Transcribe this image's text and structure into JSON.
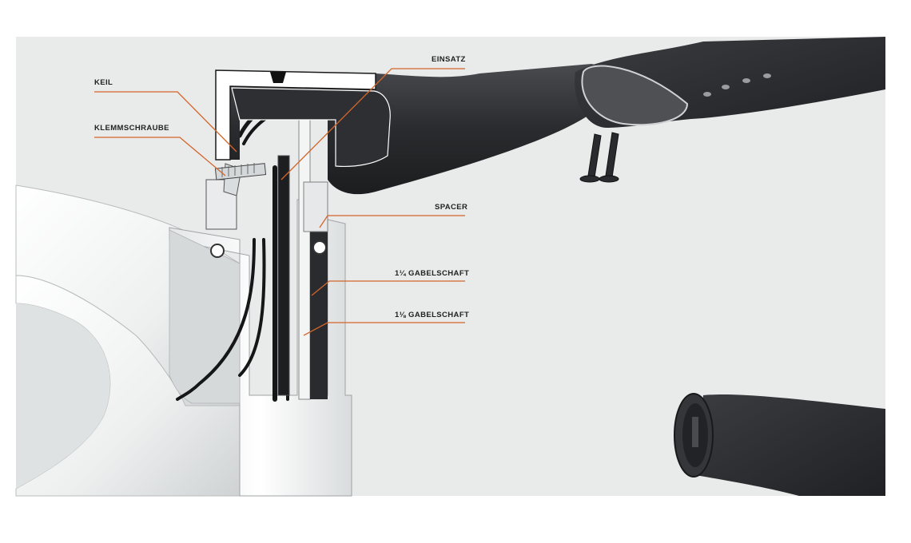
{
  "colors": {
    "background": "#e9ebeb",
    "page": "#ffffff",
    "frame": "#f4f5f5",
    "frame_shade": "#c8cbcc",
    "stem": "#262729",
    "stem_highlight": "#3c3d40",
    "cable": "#151617",
    "leader": "#d4652b",
    "label": "#222222"
  },
  "labels": [
    {
      "id": "keil",
      "text": "KEIL",
      "part": "wedge"
    },
    {
      "id": "klemmschraube",
      "text": "KLEMMSCHRAUBE",
      "part": "clamp-bolt"
    },
    {
      "id": "einsatz",
      "text": "EINSATZ",
      "part": "insert"
    },
    {
      "id": "spacer",
      "text": "SPACER",
      "part": "spacer"
    },
    {
      "id": "gabelschaft_1",
      "text": "1¼ GABELSCHAFT",
      "part": "steerer-1-1-4"
    },
    {
      "id": "gabelschaft_2",
      "text": "1⅛ GABELSCHAFT",
      "part": "steerer-1-1-8"
    }
  ]
}
